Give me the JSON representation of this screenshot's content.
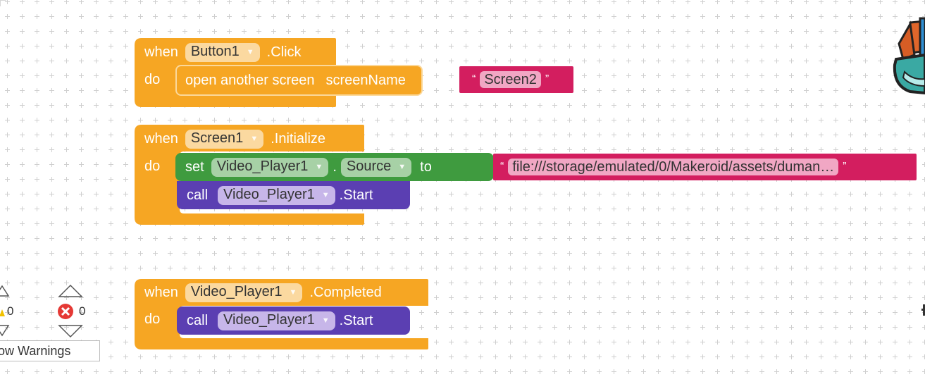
{
  "blocks": [
    {
      "when": "when",
      "do": "do",
      "component": "Button1",
      "event": ".Click",
      "stmt": {
        "text1": "open another screen",
        "text2": "screenName",
        "string": "Screen2"
      }
    },
    {
      "when": "when",
      "do": "do",
      "component": "Screen1",
      "event": ".Initialize",
      "set_stmt": {
        "set": "set",
        "component": "Video_Player1",
        "dot": ".",
        "property": "Source",
        "to": "to",
        "string": "file:///storage/emulated/0/Makeroid/assets/duman…"
      },
      "call_stmt": {
        "call": "call",
        "component": "Video_Player1",
        "method": ".Start"
      }
    },
    {
      "when": "when",
      "do": "do",
      "component": "Video_Player1",
      "event": ".Completed",
      "call_stmt": {
        "call": "call",
        "component": "Video_Player1",
        "method": ".Start"
      }
    }
  ],
  "warnings": {
    "warning_count": "0",
    "error_count": "0",
    "toggle_label": "ow Warnings"
  },
  "quote_open": "“",
  "quote_close": "”",
  "dropdown_arrow": "▼",
  "colors": {
    "event_block": "#f6a623",
    "set_block": "#3f9b3f",
    "call_block": "#5b3fb2",
    "text_block": "#d31e5f"
  }
}
